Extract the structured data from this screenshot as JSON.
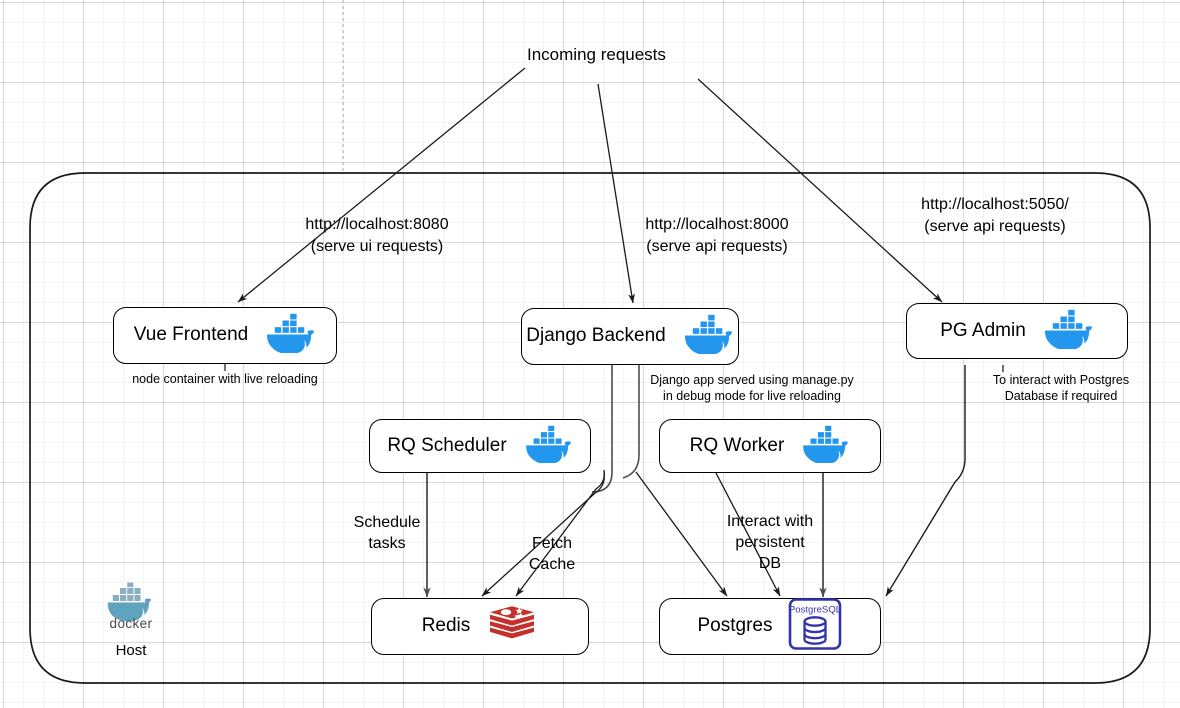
{
  "diagram": {
    "title_note": "Incoming requests",
    "host": {
      "logo_name": "docker-logo",
      "wordmark": "docker",
      "label": "Host"
    },
    "entry_labels": [
      {
        "name": "vue-url-label",
        "text": "http://localhost:8080\n(serve ui requests)"
      },
      {
        "name": "django-url-label",
        "text": "http://localhost:8000\n(serve api requests)"
      },
      {
        "name": "pgadmin-url-label",
        "text": "http://localhost:5050/\n(serve api requests)"
      }
    ],
    "nodes": [
      {
        "id": "vue-frontend",
        "label": "Vue Frontend",
        "icon": "docker-whale-icon",
        "caption": "node container with live reloading"
      },
      {
        "id": "django-backend",
        "label": "Django Backend",
        "icon": "docker-whale-icon",
        "caption": "Django app served using manage.py\nin debug mode for live reloading"
      },
      {
        "id": "pg-admin",
        "label": "PG Admin",
        "icon": "docker-whale-icon",
        "caption": "To interact with Postgres\nDatabase if required"
      },
      {
        "id": "rq-scheduler",
        "label": "RQ Scheduler",
        "icon": "docker-whale-icon",
        "caption": ""
      },
      {
        "id": "rq-worker",
        "label": "RQ Worker",
        "icon": "docker-whale-icon",
        "caption": ""
      },
      {
        "id": "redis",
        "label": "Redis",
        "icon": "redis-logo-icon",
        "caption": ""
      },
      {
        "id": "postgres",
        "label": "Postgres",
        "icon": "postgresql-logo-icon",
        "caption": ""
      }
    ],
    "edge_labels": [
      {
        "id": "schedule-tasks",
        "text": "Schedule\ntasks"
      },
      {
        "id": "fetch-cache",
        "text": "Fetch\nCache"
      },
      {
        "id": "interact-persistent-db",
        "text": "Interact with\npersistent\nDB"
      }
    ],
    "icon_text": {
      "postgres_badge": "PostgreSQL"
    },
    "colors": {
      "docker_blue": "#2396ED",
      "docker_logo_body": "#6BA8C4",
      "redis_red": "#C6302B",
      "postgres_blue": "#3333AA",
      "stroke": "#000000",
      "grid_minor": "#f0f0f0",
      "grid_major": "#e2e2e2"
    }
  }
}
